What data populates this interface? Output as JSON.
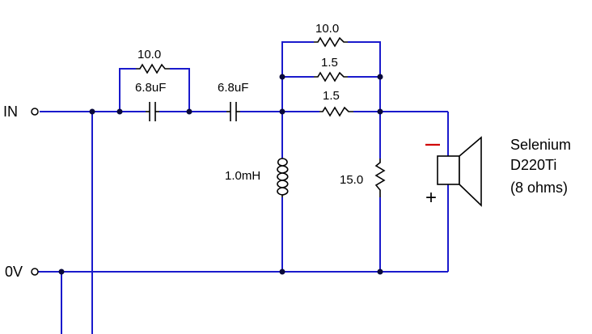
{
  "terminals": {
    "in": "IN",
    "zero_v": "0V"
  },
  "components": {
    "r_bypass": "10.0",
    "c1": "6.8uF",
    "c2": "6.8uF",
    "r_top": "10.0",
    "r_mid": "1.5",
    "r_bot": "1.5",
    "inductor": "1.0mH",
    "r_shunt": "15.0"
  },
  "speaker": {
    "minus": "–",
    "plus": "+",
    "line1": "Selenium",
    "line2": "D220Ti",
    "line3": "(8 ohms)"
  },
  "colors": {
    "wire": "#1a1acc",
    "component": "#000000",
    "minus": "#d00000"
  }
}
